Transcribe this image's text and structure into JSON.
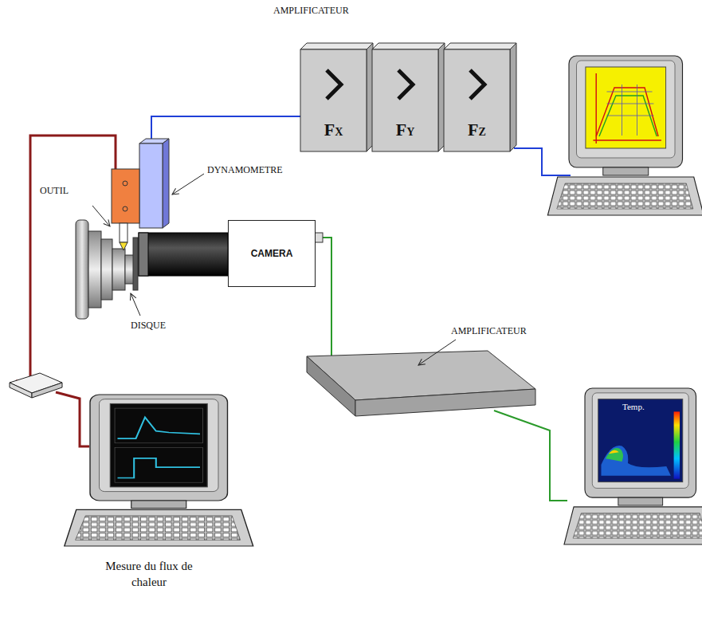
{
  "diagram": {
    "nodes": [
      {
        "text": [
          "FX"
        ]
      },
      {
        "text": [
          "FY"
        ]
      },
      {
        "text": [
          "FZ"
        ]
      },
      {
        "text": [
          "CAMERA"
        ]
      }
    ],
    "labels": [
      "AMPLIFICATEUR",
      "DYNAMOMETRE",
      "OUTIL",
      "DISQUE",
      "AMPLIFICATEUR",
      "Temp.",
      "Mesure du flux de chaleur"
    ]
  }
}
